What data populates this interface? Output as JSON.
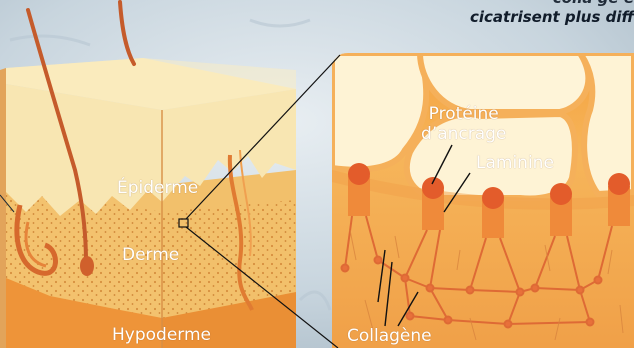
{
  "caption": {
    "line1": "colla gè e",
    "line2": "cicatrisent plus diff"
  },
  "skin_block": {
    "labels": {
      "epidermis": "Épiderme",
      "dermis": "Derme",
      "hypodermis": "Hypoderme"
    }
  },
  "zoom_panel": {
    "labels": {
      "anchoring_protein": [
        "Protéine",
        "d’ancrage"
      ],
      "laminin": "Laminine",
      "collagen": "Collagène"
    }
  },
  "colors": {
    "background": "#c9d5dd",
    "epidermis": "#f8e6b2",
    "dermis": "#f3c26e",
    "hypodermis": "#ee9439",
    "hair": "#c55b2b",
    "membrane": "#e35c2b",
    "connector": "#111111"
  }
}
